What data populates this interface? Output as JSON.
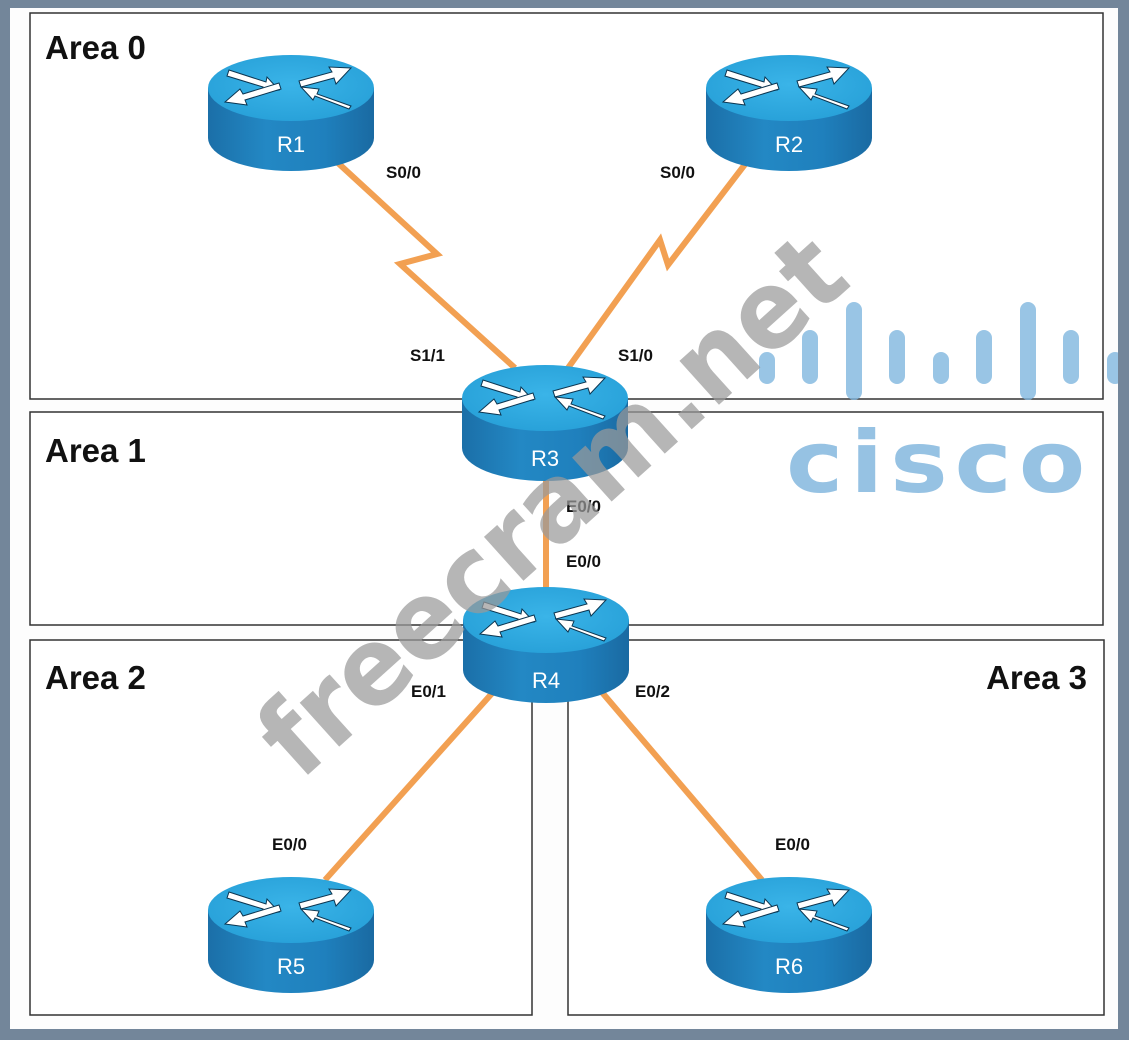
{
  "areas": [
    {
      "id": "area0",
      "label": "Area 0"
    },
    {
      "id": "area1",
      "label": "Area 1"
    },
    {
      "id": "area2",
      "label": "Area 2"
    },
    {
      "id": "area3",
      "label": "Area 3"
    }
  ],
  "routers": [
    {
      "id": "R1",
      "label": "R1"
    },
    {
      "id": "R2",
      "label": "R2"
    },
    {
      "id": "R3",
      "label": "R3"
    },
    {
      "id": "R4",
      "label": "R4"
    },
    {
      "id": "R5",
      "label": "R5"
    },
    {
      "id": "R6",
      "label": "R6"
    }
  ],
  "links": [
    {
      "from": "R1",
      "to": "R3",
      "type": "serial",
      "from_if": "S0/0",
      "to_if": "S1/1"
    },
    {
      "from": "R2",
      "to": "R3",
      "type": "serial",
      "from_if": "S0/0",
      "to_if": "S1/0"
    },
    {
      "from": "R3",
      "to": "R4",
      "type": "ethernet",
      "from_if": "E0/0",
      "to_if": "E0/0"
    },
    {
      "from": "R4",
      "to": "R5",
      "type": "ethernet",
      "from_if": "E0/1",
      "to_if": "E0/0"
    },
    {
      "from": "R4",
      "to": "R6",
      "type": "ethernet",
      "from_if": "E0/2",
      "to_if": "E0/0"
    }
  ],
  "logo": {
    "text": "cisco"
  },
  "watermark": {
    "text": "freecram.net"
  },
  "colors": {
    "link": "#f2a052",
    "router_top": "#2aa6dc",
    "router_side": "#1d7fb9",
    "logo": "#96c2e3",
    "frame": "#73869a"
  }
}
